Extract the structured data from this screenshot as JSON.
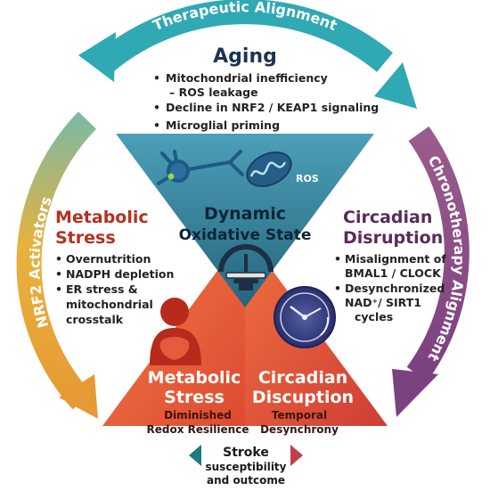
{
  "colors": {
    "teal": "#2fa9b4",
    "purple": "#8a4f7d",
    "orange": "#e5a53a",
    "navy": "#1d3354",
    "red": "#b5301e",
    "plum": "#5a2a5a",
    "triangle_top": "#2d7a93",
    "triangle_left": "#e85a3a",
    "triangle_right": "#e0503c"
  },
  "arc_labels": {
    "top": "Therapeutic Alignment",
    "right": "Chronotherapy Alignment",
    "left": "NRF2 Activators"
  },
  "aging": {
    "title": "Aging",
    "bullets": [
      "Mitochondrial inefficiency",
      "– ROS leakage",
      "Decline in NRF2 / KEAP1 signaling",
      "Microglial  priming"
    ]
  },
  "metabolic_left": {
    "title_line1": "Metabolic",
    "title_line2": "Stress",
    "bullets": [
      "Overnutrition",
      "NADPH depletion",
      "ER stress &",
      "mitochondrial",
      "crosstalk"
    ]
  },
  "circadian_right": {
    "title_line1": "Circadian",
    "title_line2": "Disruption",
    "bullets": [
      "Misalignment of",
      "BMAL1 / CLOCK",
      "Desynchronized",
      "NAD⁺/ SIRT1",
      "cycles"
    ]
  },
  "center": {
    "ros_label": "ROS",
    "line1": "Dynamic",
    "line2": "Oxidative State"
  },
  "bottom_left": {
    "title_line1": "Metabolic",
    "title_line2": "Stress",
    "sub_line1": "Diminished",
    "sub_line2": "Redox Resilience"
  },
  "bottom_right": {
    "title_line1": "Circadian",
    "title_line2": "Discuption",
    "sub_line1": "Temporal",
    "sub_line2": "Desynchrony"
  },
  "footer": {
    "line1": "Stroke",
    "line2": "susceptibility",
    "line3": "and outcome"
  }
}
